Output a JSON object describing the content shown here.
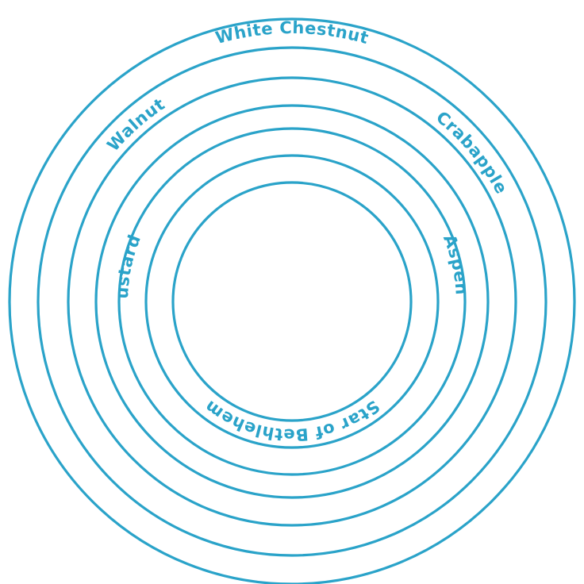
{
  "diagram": {
    "ring_color": "#2aa3c9",
    "labels": {
      "white_chestnut": "White Chestnut",
      "walnut": "Walnut",
      "crabapple": "Crabapple",
      "mustard": "Mustard",
      "aspen": "Aspen",
      "star_of_bethlehem": "Star of Bethlehem"
    }
  }
}
